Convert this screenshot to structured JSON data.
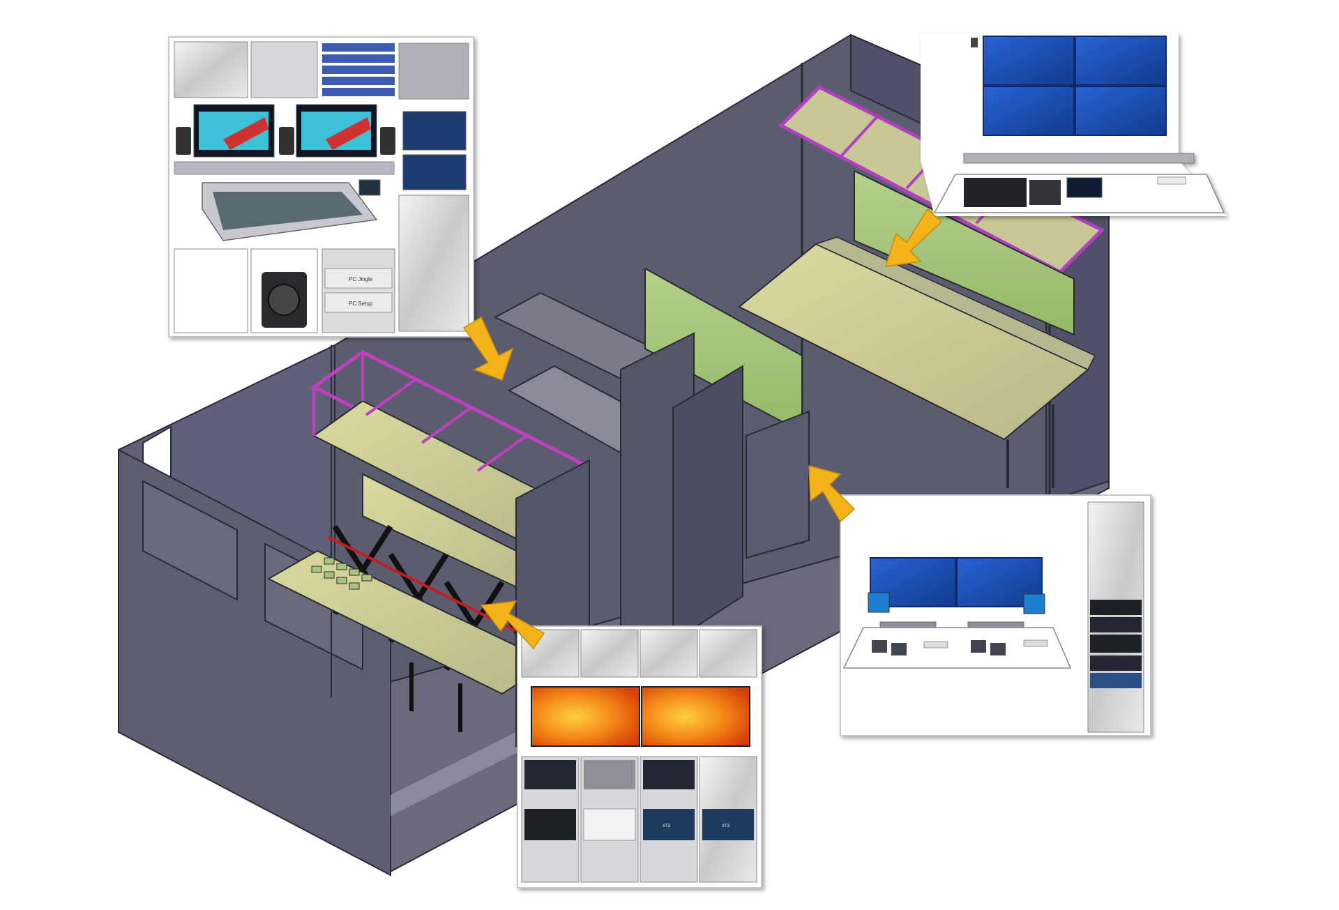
{
  "diagram": {
    "colors": {
      "wall": "#5a5a6e",
      "wall_dark": "#4a4a5c",
      "floor": "#c8c8cc",
      "desk": "#cfcf9c",
      "green_panel": "#a8c47c",
      "frame": "#c040c0",
      "arrow": "#f3b41a",
      "screen_blue": "#1c4bb0",
      "screen_orange": "#f06010"
    },
    "callouts": {
      "audio_room": {
        "labels": [
          "PC Jingle",
          "PC Setup"
        ]
      },
      "video_wall": {},
      "production": {},
      "racks": {
        "labels": [
          "XT3",
          "XT3"
        ]
      }
    },
    "arrows_icon": "arrow-icon"
  }
}
